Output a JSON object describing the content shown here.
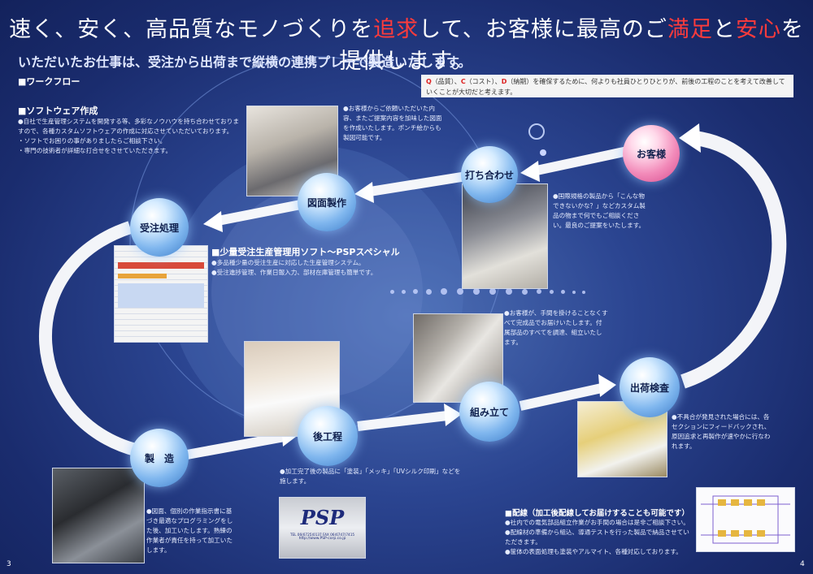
{
  "headline": {
    "p1": "速く、安く、高品質なモノづくりを",
    "p2": "追求",
    "p3": "して、お客様に最高のご",
    "p4": "満足",
    "p5": "と",
    "p6": "安心",
    "p7": "を提供します。",
    "accent": "#ff3b3b"
  },
  "subtitle": "いただいたお仕事は、受注から出荷まで縦横の連携プレーで製造いたします。",
  "workflow_heading": "■ワークフロー",
  "qcd": {
    "q": "Q",
    "q_t": "（品質）、",
    "c": "C",
    "c_t": "（コスト）、",
    "d": "D",
    "d_t": "（納期）を確保するために、何よりも社員ひとりひとりが、前後の工程のことを考えて改善していくことが大切だと考えます。"
  },
  "software": {
    "heading": "■ソフトウェア作成",
    "lines": [
      "●自社で生産管理システムを開発する等、多彩なノウハウを持ち合わせておりますので、各種カスタムソフトウェアの作成に対応させていただいております。",
      "・ソフトでお困りの事がありましたらご相談下さい。",
      "・専門の技術者が詳細な打合せをさせていただきます。"
    ]
  },
  "drawing_note": [
    "●お客様からご依頼いただいた内容、またご提案内容を加味した図面を作成いたします。ポンチ絵からも製図可能です。"
  ],
  "meeting_note": [
    "●国際規格の製品から「こんな物できないかな？」などカスタム製品の物まで何でもご相談ください。最良のご提案をいたします。"
  ],
  "psp": {
    "heading": "■少量受注生産管理用ソフト～PSPスペシャル",
    "lines": [
      "●多品種少量の受注生産に対応した生産管理システム。",
      "●受注進捗管理、作業日報入力、部材在庫管理も簡単です。"
    ]
  },
  "assembly_note": [
    "●お客様が、手間を掛けることなくすべて完成品でお届けいたします。付属部品のすべてを調達、組立いたします。"
  ],
  "inspection_note": [
    "●不具合が発見された場合には、各セクションにフィードバックされ、原因追求と再製作が速やかに行なわれます。"
  ],
  "postprocess_note": [
    "●加工完了後の製品に「塗装」「メッキ」「UVシルク印刷」などを施します。"
  ],
  "manufacture_note": [
    "●図面、個別の作業指示書に基づき最適なプログラミングをした後、加工いたします。熟練の作業者が責任を持って加工いたします。"
  ],
  "wiring": {
    "heading": "■配線（加工後配線してお届けすることも可能です）",
    "lines": [
      "●社内での電気部品組立作業がお手間の場合は是非ご相談下さい。",
      "●配線材の準備から組込、導通テストを行った製品で納品させていただきます。",
      "●筐体の表面処理も塗装やアルマイト、各種対応しております。"
    ]
  },
  "steps": [
    {
      "label": "お客様"
    },
    {
      "label": "打ち合わせ"
    },
    {
      "label": "図面製作"
    },
    {
      "label": "受注処理"
    },
    {
      "label": "製　造"
    },
    {
      "label": "後工程"
    },
    {
      "label": "組み立て"
    },
    {
      "label": "出荷検査"
    }
  ],
  "plate": {
    "logo": "PSP",
    "tel": "TEL 06(6725)0137 FAX 06(6747)7415",
    "url": "http://www.PSP-corp.co.jp"
  },
  "page_left": "3",
  "page_right": "4"
}
